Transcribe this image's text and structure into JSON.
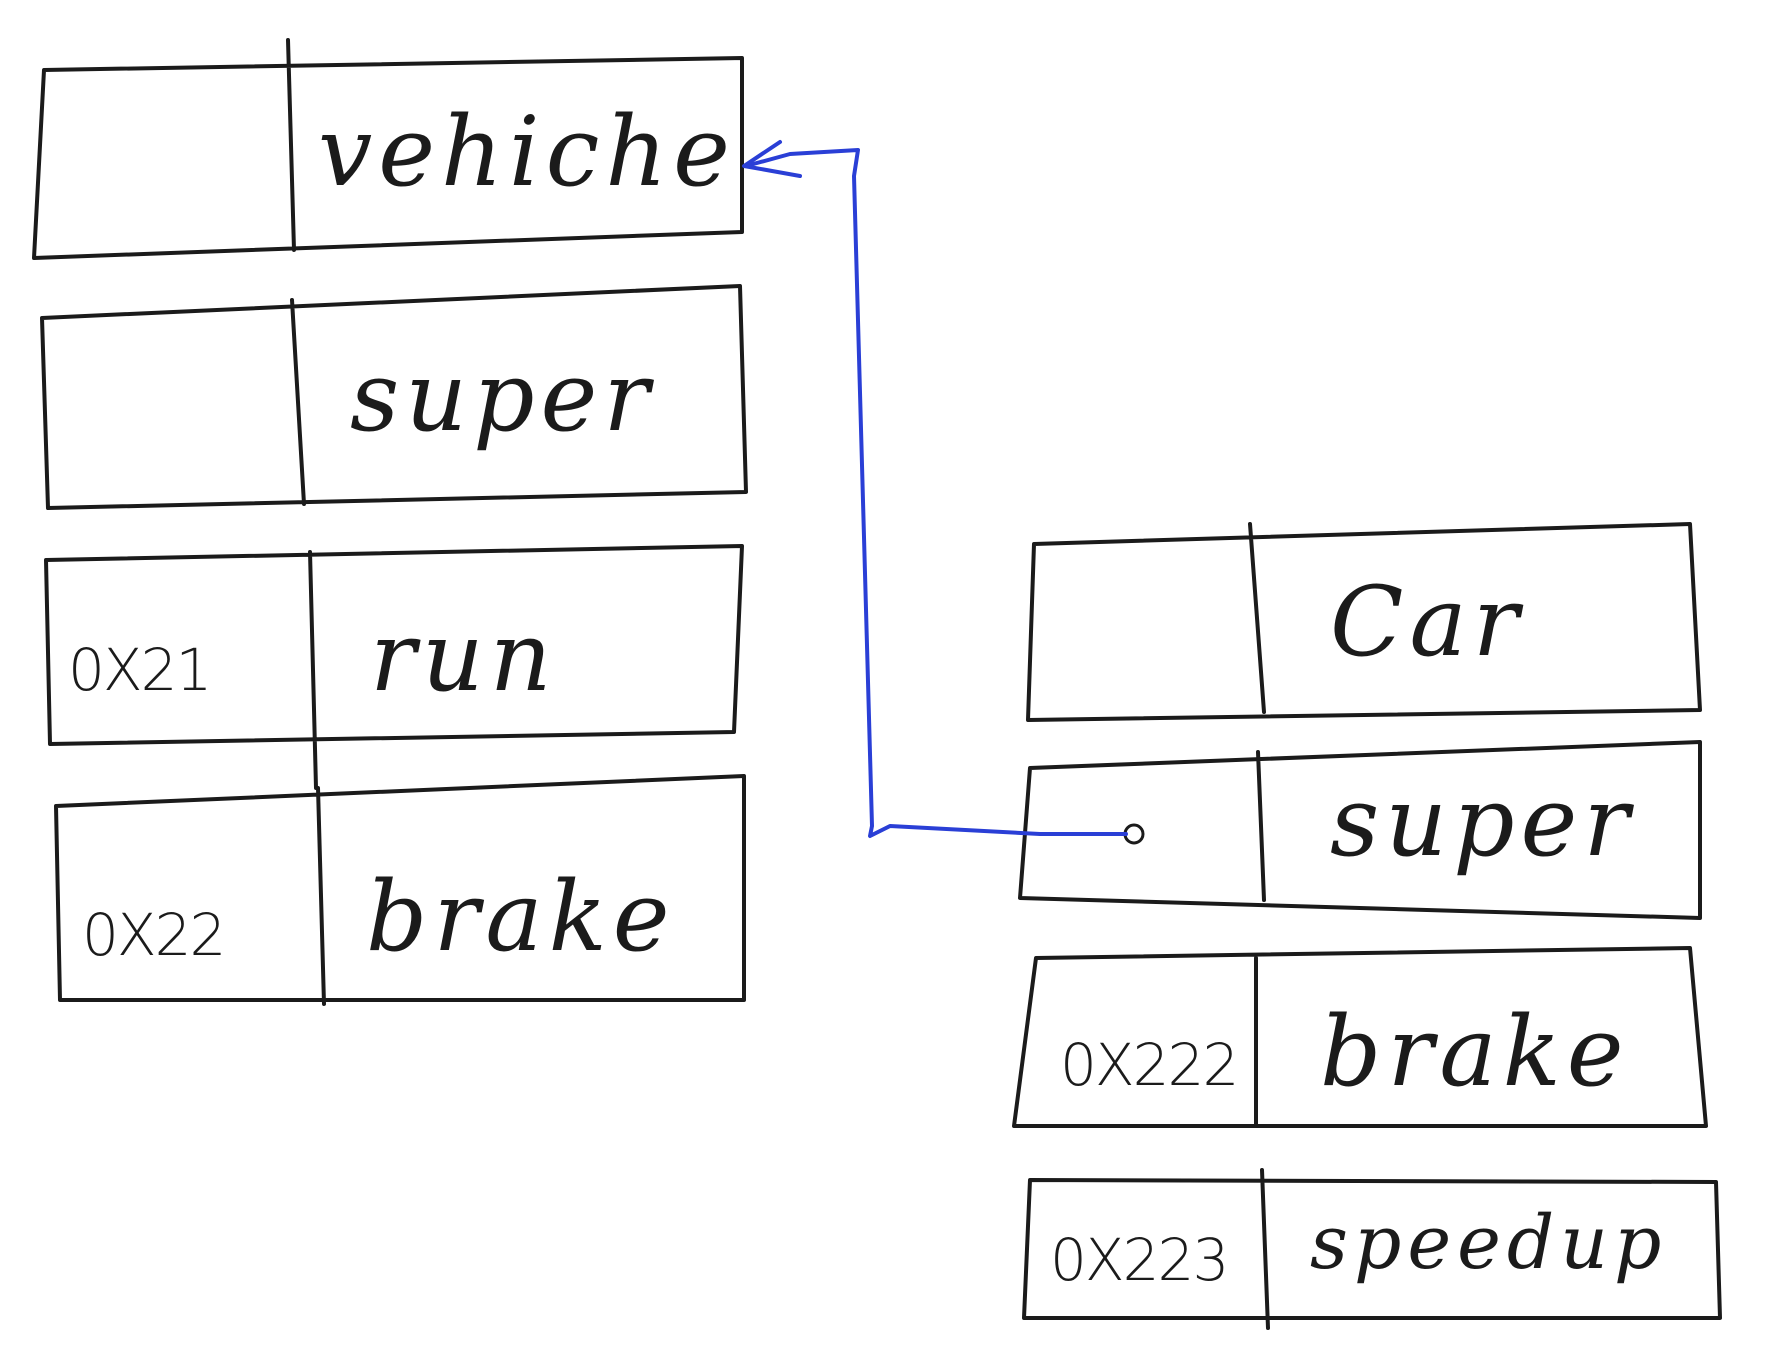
{
  "left_table": {
    "rows": [
      {
        "addr": "",
        "label": "vehiche"
      },
      {
        "addr": "",
        "label": "super"
      },
      {
        "addr": "0X21",
        "label": "run"
      },
      {
        "addr": "0X22",
        "label": "brake"
      }
    ]
  },
  "right_table": {
    "rows": [
      {
        "addr": "",
        "label": "Car"
      },
      {
        "addr": "",
        "label": "super"
      },
      {
        "addr": "0X222",
        "label": "brake"
      },
      {
        "addr": "0X223",
        "label": "speedup"
      }
    ]
  },
  "colors": {
    "ink": "#1b1b1b",
    "link": "#2a3fd6",
    "background": "#ffffff"
  }
}
